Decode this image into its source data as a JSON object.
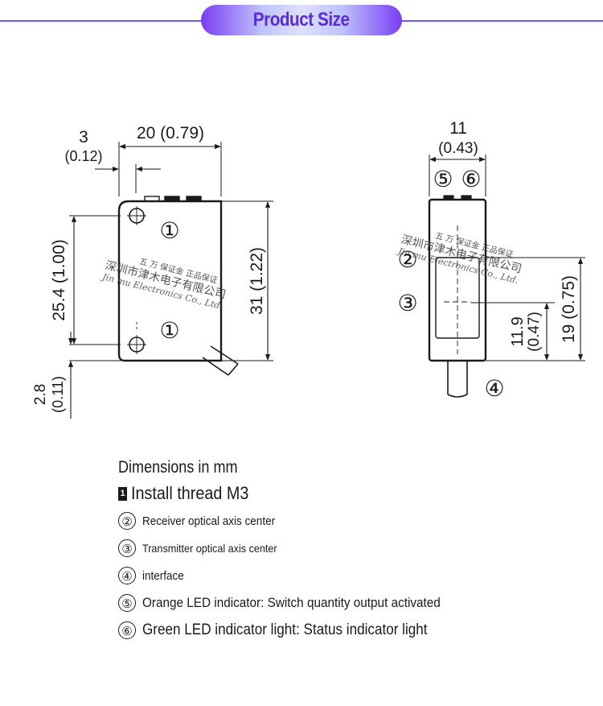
{
  "header": {
    "title": "Product Size"
  },
  "front_view": {
    "offset_label": "3",
    "offset_label_inch": "(0.12)",
    "width_label": "20 (0.79)",
    "height_outer_label": "31 (1.22)",
    "hole_spacing_label": "25.4 (1.00)",
    "bottom_offset_label": "2.8",
    "bottom_offset_inch": "(0.11)",
    "mark_top": "①",
    "mark_bottom": "①"
  },
  "side_view": {
    "width_label": "11",
    "width_label_inch": "(0.43)",
    "mark_5": "⑤",
    "mark_6": "⑥",
    "mark_2": "②",
    "mark_3": "③",
    "mark_4": "④",
    "axis_height_label": "11.9",
    "axis_height_inch": "(0.47)",
    "total_height_label": "19 (0.75)"
  },
  "watermark": {
    "line1": "五 万 保证金  正品保证",
    "line2": "深圳市津木电子有限公司",
    "line3": "Jin mu Electronics Co., Ltd."
  },
  "legend": {
    "title": "Dimensions in mm",
    "thread": {
      "marker": "1",
      "label": "Install thread M3"
    },
    "items": [
      {
        "marker": "②",
        "label": "Receiver optical axis center"
      },
      {
        "marker": "③",
        "label": "Transmitter optical axis center"
      },
      {
        "marker": "④",
        "label": "interface"
      },
      {
        "marker": "⑤",
        "label": "Orange LED indicator: Switch quantity output activated"
      },
      {
        "marker": "⑥",
        "label": "Green LED indicator light: Status indicator light"
      }
    ]
  }
}
